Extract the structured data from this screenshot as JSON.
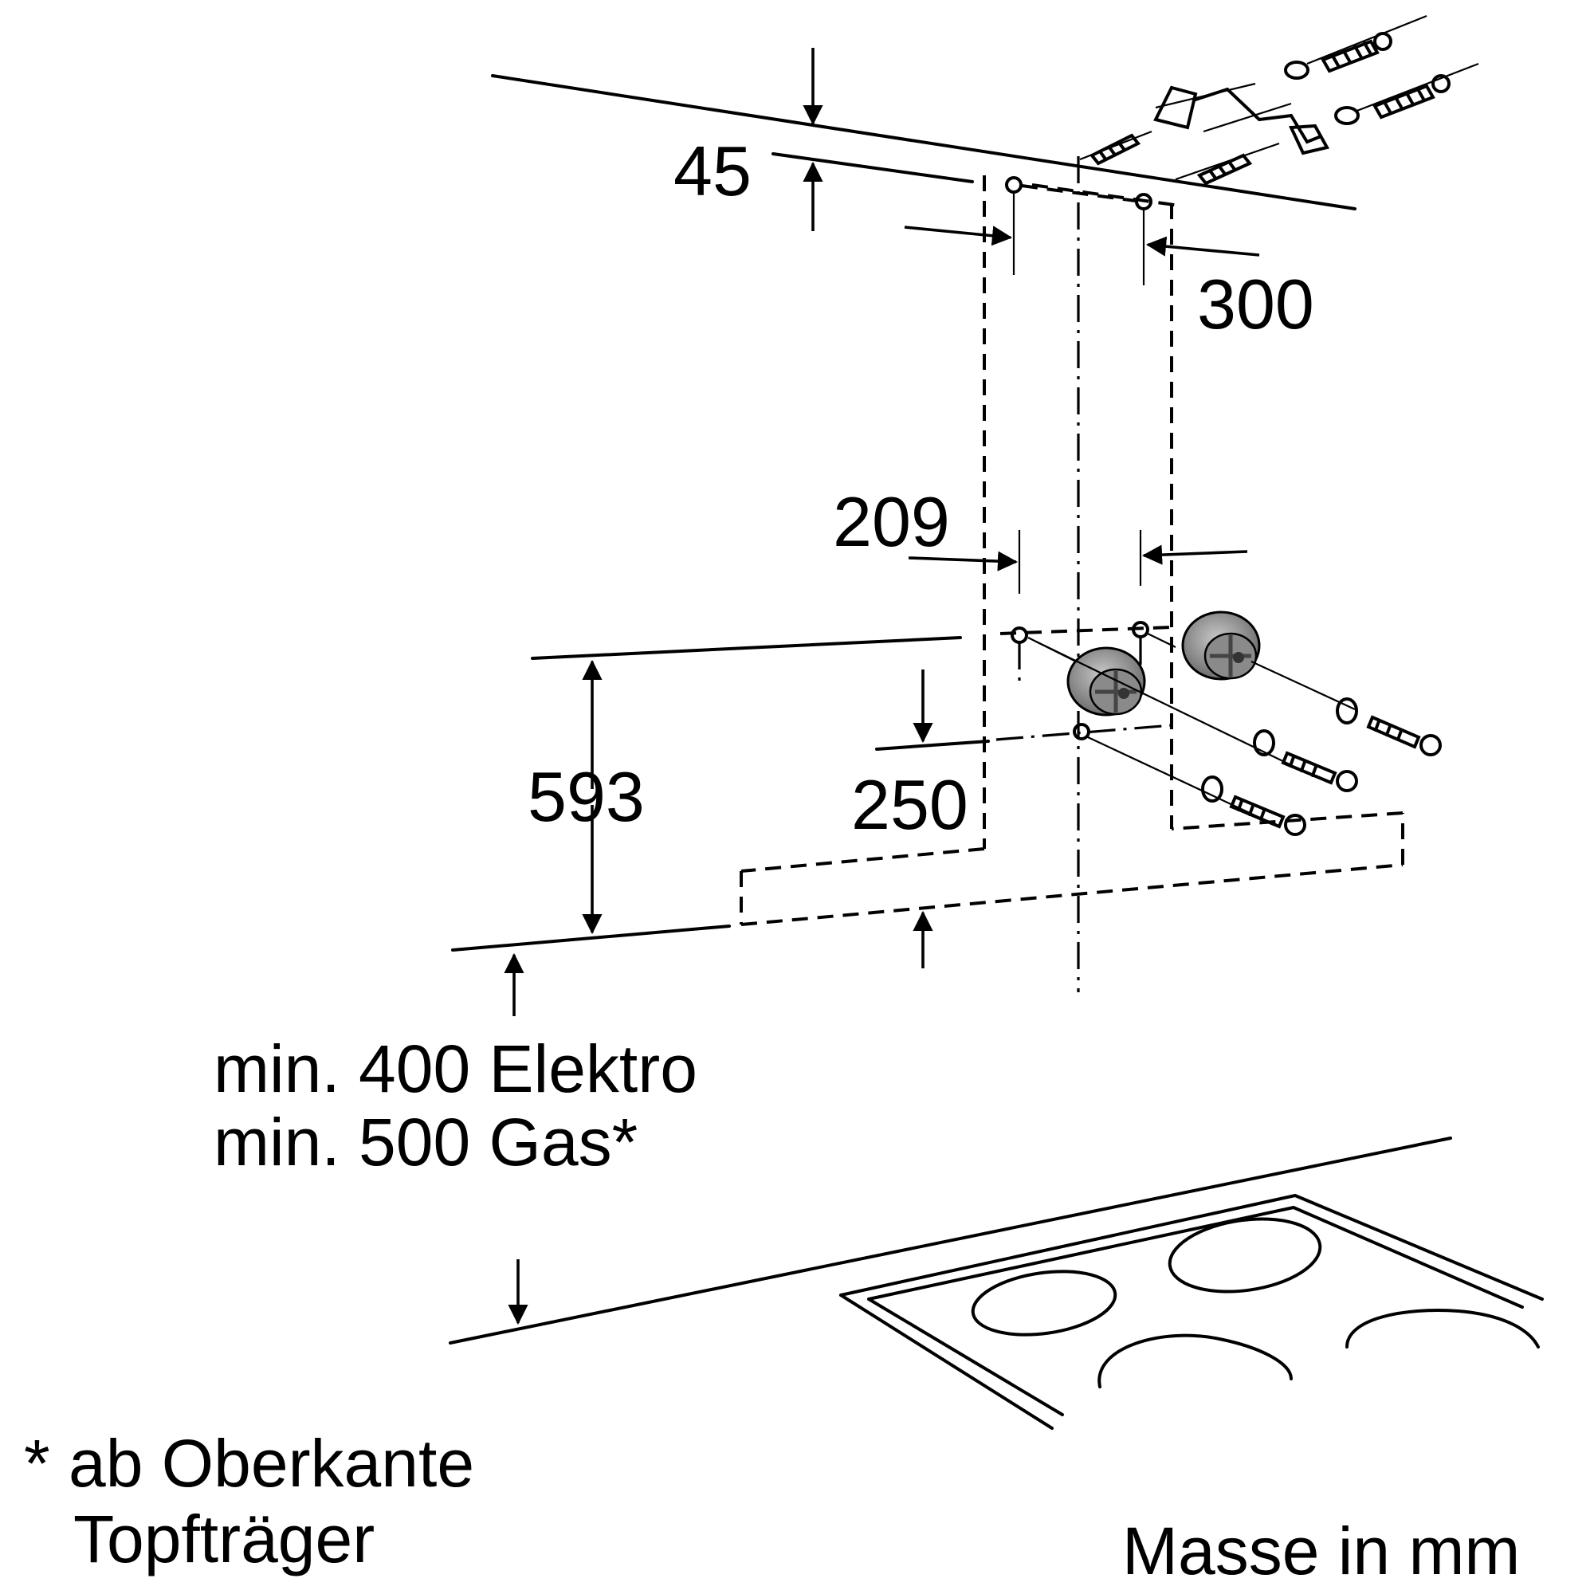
{
  "dimensions": {
    "d45": "45",
    "d300": "300",
    "d209": "209",
    "d593": "593",
    "d250": "250"
  },
  "clearance": {
    "line1": "min. 400 Elektro",
    "line2": "min. 500 Gas*"
  },
  "footnote": {
    "line1": "* ab Oberkante",
    "line2": "Topfträger"
  },
  "units_note": "Masse in mm",
  "colors": {
    "line": "#000000",
    "background": "#ffffff",
    "part_fill": "#9a9a9a"
  }
}
